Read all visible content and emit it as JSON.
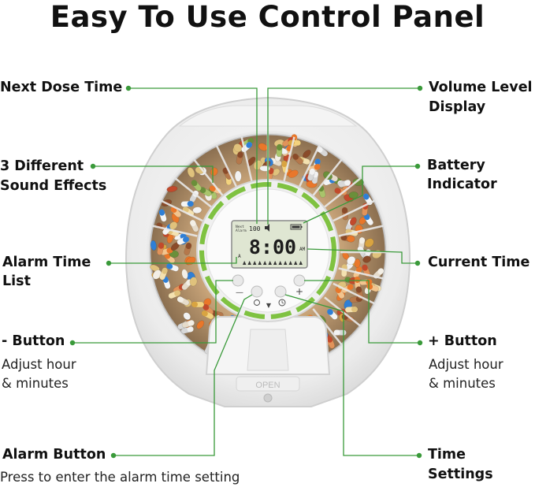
{
  "title": "Easy To Use Control Panel",
  "labels": {
    "next_dose_time": "Next Dose Time",
    "volume_level": [
      "Volume Level",
      "Display"
    ],
    "sound_effects": [
      "3 Different",
      "Sound Effects"
    ],
    "battery": [
      "Battery",
      "Indicator"
    ],
    "alarm_list": [
      "Alarm Time",
      "List"
    ],
    "current_time": "Current Time",
    "minus_button": "- Button",
    "minus_desc": [
      "Adjust hour",
      "& minutes"
    ],
    "plus_button": "+ Button",
    "plus_desc": [
      "Adjust hour",
      "& minutes"
    ],
    "alarm_button": "Alarm Button",
    "alarm_desc": "Press to enter the alarm time setting",
    "time_settings": "Time Settings"
  },
  "display": {
    "time": "8:00",
    "ampm": "AM",
    "next_dose_value": "100",
    "mini_label_1": "Next",
    "mini_label_2": "Alarm",
    "alarm_letter": "A",
    "minus_symbol": "—",
    "plus_symbol": "+",
    "down_symbol": "▼",
    "door_text": "OPEN"
  },
  "colors": {
    "callout_line": "#3a9a3a",
    "lcd_bg": "#dfe6d2",
    "ring_green": "#7fc241"
  }
}
